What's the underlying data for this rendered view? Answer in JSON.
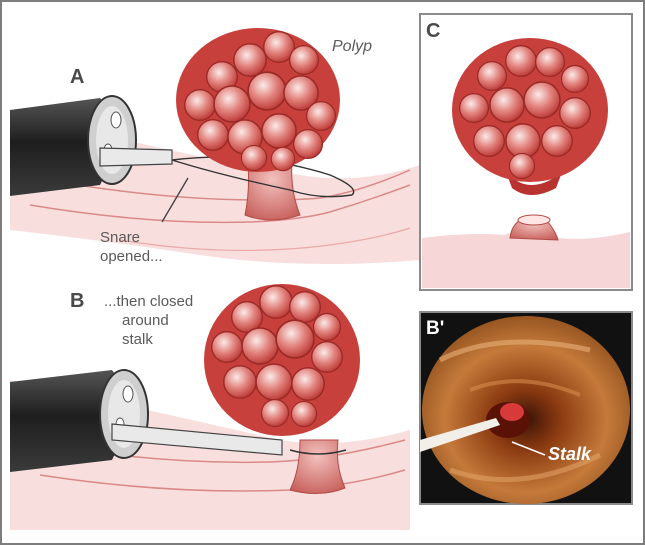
{
  "labels": {
    "panel_a": "A",
    "panel_b": "B",
    "panel_c": "C",
    "panel_b_prime": "B'",
    "polyp": "Polyp",
    "snare_opened_line1": "Snare",
    "snare_opened_line2": "opened...",
    "then_closed_line1": "...then closed",
    "then_closed_line2": "around",
    "then_closed_line3": "stalk",
    "stalk": "Stalk"
  },
  "colors": {
    "background": "#ffffff",
    "mucosa": "#f6c8c8",
    "polyp_base": "#c8443f",
    "polyp_highlight": "#f6e6e3",
    "endoscope": "#2f2f2f",
    "endoscopy_photo": "#a8622a"
  }
}
